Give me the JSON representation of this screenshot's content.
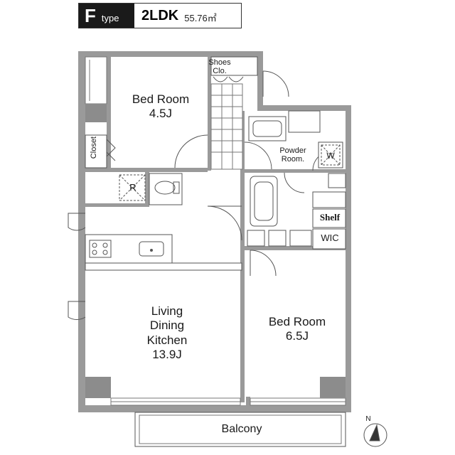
{
  "header": {
    "type_letter": "F",
    "type_word": "type",
    "layout": "2LDK",
    "area": "55.76㎡"
  },
  "rooms": {
    "bedroom1_name": "Bed Room",
    "bedroom1_size": "4.5J",
    "bedroom2_name": "Bed Room",
    "bedroom2_size": "6.5J",
    "ldk_line1": "Living",
    "ldk_line2": "Dining",
    "ldk_line3": "Kitchen",
    "ldk_size": "13.9J",
    "shoes_line1": "Shoes",
    "shoes_line2": "Clo.",
    "powder_line1": "Powder",
    "powder_line2": "Room.",
    "closet": "Closet",
    "fridge": "R",
    "washer": "W",
    "shelf": "Shelf",
    "wic": "WIC",
    "balcony": "Balcony"
  },
  "compass": {
    "label": "N"
  },
  "colors": {
    "wall": "#8c8c8c",
    "line": "#555555",
    "header_bg": "#1a1a1a"
  }
}
